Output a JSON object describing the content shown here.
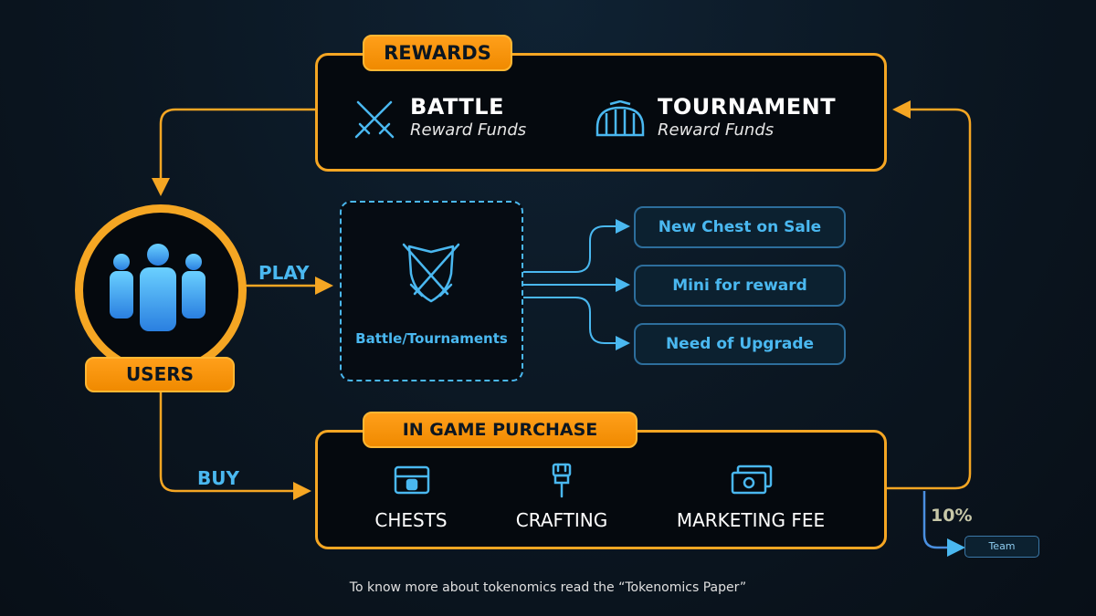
{
  "rewards": {
    "tab_label": "REWARDS",
    "battle": {
      "title": "BATTLE",
      "subtitle": "Reward Funds",
      "icon": "crossed-swords-icon"
    },
    "tournament": {
      "title": "TOURNAMENT",
      "subtitle": "Reward Funds",
      "icon": "stadium-icon"
    }
  },
  "users": {
    "label": "USERS",
    "icon": "users-group-icon"
  },
  "flows": {
    "play": "PLAY",
    "buy": "BUY",
    "team_share": "10%"
  },
  "battle_hub": {
    "label": "Battle/Tournaments",
    "icon": "shield-swords-icon"
  },
  "outcomes": [
    "New Chest on Sale",
    "Mini for reward",
    "Need of Upgrade"
  ],
  "purchase": {
    "tab_label": "IN GAME PURCHASE",
    "items": [
      {
        "label": "CHESTS",
        "icon": "chest-icon"
      },
      {
        "label": "CRAFTING",
        "icon": "brush-icon"
      },
      {
        "label": "MARKETING FEE",
        "icon": "money-icon"
      }
    ]
  },
  "team": {
    "label": "Team"
  },
  "footer": {
    "note": "To know more about tokenomics read the “Tokenomics Paper”"
  },
  "colors": {
    "accent": "#f5a623",
    "blue": "#4ab8f0",
    "background": "#0b1621"
  }
}
